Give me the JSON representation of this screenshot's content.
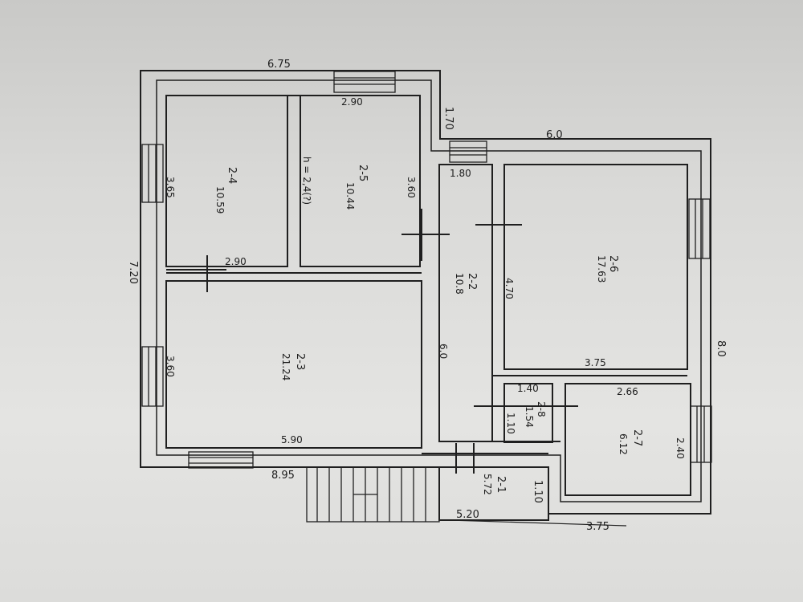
{
  "plan": {
    "outer_dims": {
      "top_left_width": "6.75",
      "top_step": "1.70",
      "top_right_width": "6.0",
      "left_height": "7.20",
      "right_height": "8.0",
      "bottom_left_width": "8.95",
      "bottom_right_width": "3.75",
      "stair_width": "5.20",
      "entry_step": "1.10"
    },
    "rooms": [
      {
        "id": "2-4",
        "area": "10.59",
        "dims": [
          "3.65",
          "2.90"
        ]
      },
      {
        "id": "2-5",
        "area": "10.44",
        "dims": [
          "2.90",
          "3.60"
        ]
      },
      {
        "id": "2-3",
        "area": "21.24",
        "dims": [
          "3.60",
          "5.90"
        ]
      },
      {
        "id": "2-2",
        "area": "10.8",
        "dims": [
          "1.80",
          "6.0"
        ]
      },
      {
        "id": "2-6",
        "area": "17.63",
        "dims": [
          "4.70",
          "3.75"
        ]
      },
      {
        "id": "2-7",
        "area": "6.12",
        "dims": [
          "2.66",
          "2.40"
        ]
      },
      {
        "id": "2-8",
        "area": "1.54",
        "dims": [
          "1.40",
          "1.10"
        ]
      },
      {
        "id": "2-1",
        "area": "5.72",
        "dims": []
      }
    ],
    "height_note": "h = 2,4(?)"
  }
}
